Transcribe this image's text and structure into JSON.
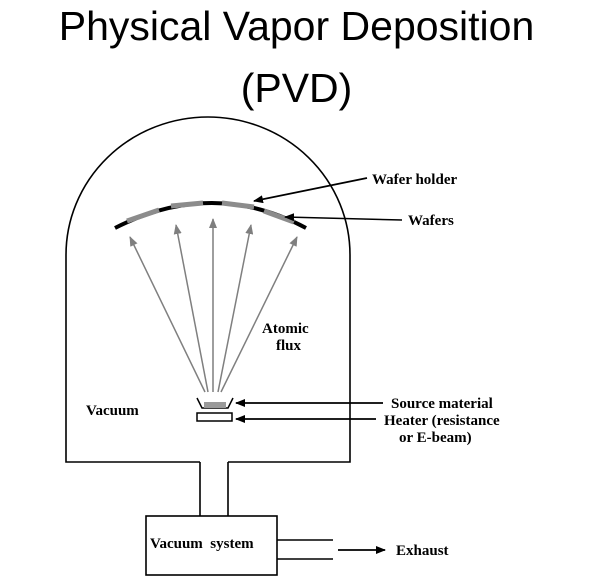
{
  "title": {
    "line1": "Physical Vapor Deposition",
    "line2": "(PVD)"
  },
  "labels": {
    "wafer_holder": "Wafer holder",
    "wafers": "Wafers",
    "atomic_flux_1": "Atomic",
    "atomic_flux_2": "flux",
    "vacuum": "Vacuum",
    "source_material": "Source material",
    "heater_1": "Heater (resistance",
    "heater_2": "or E-beam)",
    "vacuum_system": "Vacuum  system",
    "exhaust": "Exhaust"
  },
  "colors": {
    "line": "#000000",
    "flux_arrow": "#7f7f7f",
    "wafer": "#8c8c8c"
  }
}
